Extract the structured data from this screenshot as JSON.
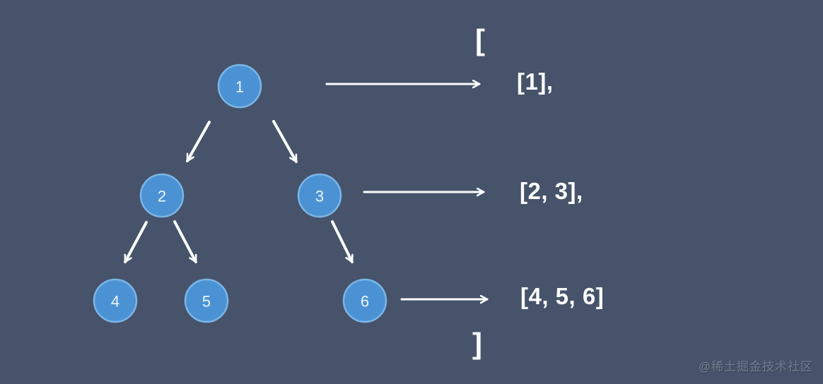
{
  "colors": {
    "background": "#46536A",
    "node_fill": "#4B92D4",
    "node_border": "#7CB5E6",
    "arrow": "#FCFDFE",
    "text": "#FBFCFD",
    "watermark_text": "#A9B3C4"
  },
  "tree": {
    "nodes": [
      {
        "label": "1"
      },
      {
        "label": "2"
      },
      {
        "label": "3"
      },
      {
        "label": "4"
      },
      {
        "label": "5"
      },
      {
        "label": "6"
      }
    ],
    "edges": [
      [
        "1",
        "2"
      ],
      [
        "1",
        "3"
      ],
      [
        "2",
        "4"
      ],
      [
        "2",
        "5"
      ],
      [
        "3",
        "6"
      ]
    ]
  },
  "output": {
    "open_bracket": "[",
    "levels": [
      {
        "label": "[1],"
      },
      {
        "label": "[2, 3],"
      },
      {
        "label": "[4, 5, 6]"
      }
    ],
    "close_bracket": "]"
  },
  "watermark": "@稀土掘金技术社区"
}
